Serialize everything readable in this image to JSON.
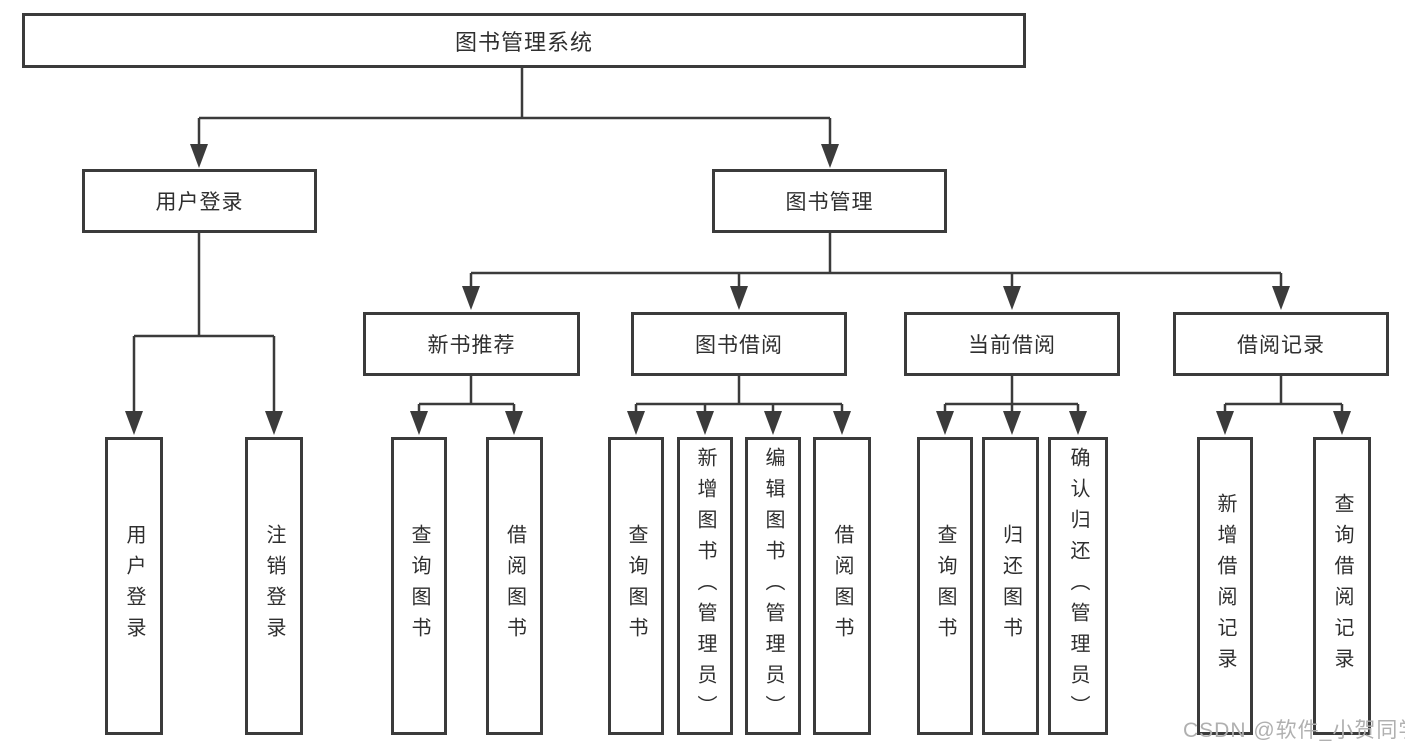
{
  "diagram": {
    "root": {
      "label": "图书管理系统"
    },
    "branches": [
      {
        "label": "用户登录",
        "children": [
          {
            "label": "用户登录"
          },
          {
            "label": "注销登录"
          }
        ]
      },
      {
        "label": "图书管理",
        "children": [
          {
            "label": "新书推荐",
            "children": [
              {
                "label": "查询图书"
              },
              {
                "label": "借阅图书"
              }
            ]
          },
          {
            "label": "图书借阅",
            "children": [
              {
                "label": "查询图书"
              },
              {
                "label": "新增图书（管理员）"
              },
              {
                "label": "编辑图书（管理员）"
              },
              {
                "label": "借阅图书"
              }
            ]
          },
          {
            "label": "当前借阅",
            "children": [
              {
                "label": "查询图书"
              },
              {
                "label": "归还图书"
              },
              {
                "label": "确认归还（管理员）"
              }
            ]
          },
          {
            "label": "借阅记录",
            "children": [
              {
                "label": "新增借阅记录"
              },
              {
                "label": "查询借阅记录"
              }
            ]
          }
        ]
      }
    ]
  },
  "watermark": {
    "text": "CSDN @软件_小贺同学"
  },
  "colors": {
    "line": "#3b3b3b",
    "background": "#ffffff",
    "watermark": "#b0b0b0"
  }
}
